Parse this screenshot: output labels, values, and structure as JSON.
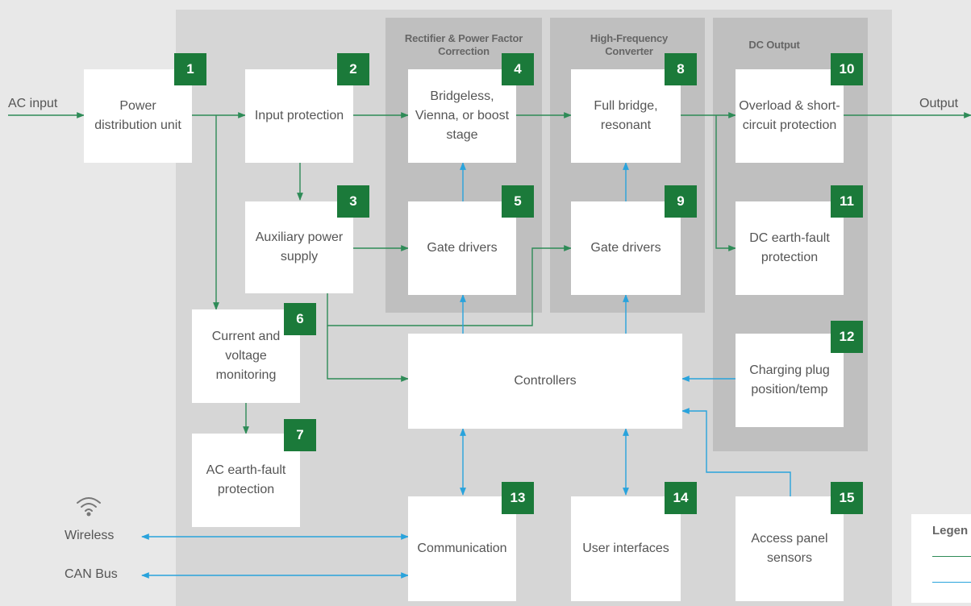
{
  "groups": {
    "rectifier": "Rectifier & Power Factor Correction",
    "hf_converter": "High-Frequency Converter",
    "dc_output": "DC Output"
  },
  "external": {
    "ac_input": "AC input",
    "output": "Output",
    "wireless": "Wireless",
    "can_bus": "CAN Bus"
  },
  "blocks": {
    "b1": {
      "num": "1",
      "text": "Power distribution unit"
    },
    "b2": {
      "num": "2",
      "text": "Input protection"
    },
    "b3": {
      "num": "3",
      "text": "Auxiliary power supply"
    },
    "b4": {
      "num": "4",
      "text": "Bridgeless, Vienna, or boost stage"
    },
    "b5": {
      "num": "5",
      "text": "Gate drivers"
    },
    "b6": {
      "num": "6",
      "text": "Current and voltage monitoring"
    },
    "b7": {
      "num": "7",
      "text": "AC earth-fault protection"
    },
    "b8": {
      "num": "8",
      "text": "Full bridge, resonant"
    },
    "b9": {
      "num": "9",
      "text": "Gate drivers"
    },
    "b10": {
      "num": "10",
      "text": "Overload & short-circuit protection"
    },
    "b11": {
      "num": "11",
      "text": "DC earth-fault protection"
    },
    "b12": {
      "num": "12",
      "text": "Charging plug position/temp"
    },
    "controllers": {
      "text": "Controllers"
    },
    "b13": {
      "num": "13",
      "text": "Communication"
    },
    "b14": {
      "num": "14",
      "text": "User interfaces"
    },
    "b15": {
      "num": "15",
      "text": "Access panel sensors"
    }
  },
  "legend": {
    "title": "Legen"
  },
  "colors": {
    "power_line": "#2e8b57",
    "signal_line": "#29a3dc",
    "badge": "#1b7a3a"
  }
}
